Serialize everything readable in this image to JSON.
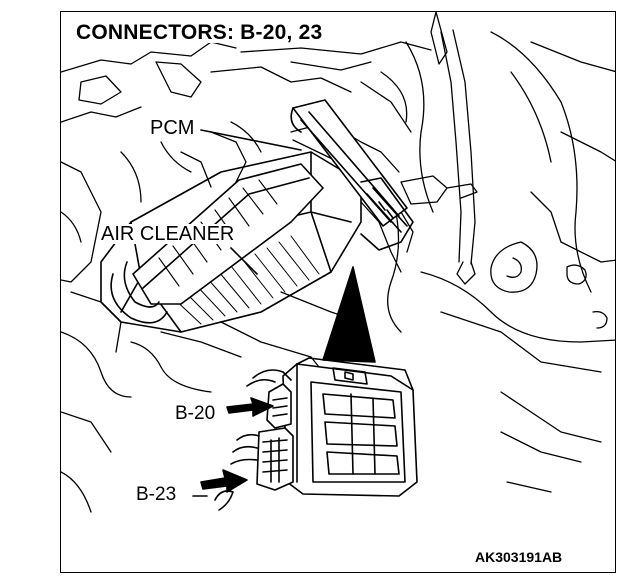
{
  "figure": {
    "title": "CONNECTORS: B-20, 23",
    "code": "AK303191AB"
  },
  "labels": {
    "pcm": "PCM",
    "air_cleaner": "AIR CLEANER",
    "b20": "B-20",
    "b23": "B-23"
  }
}
